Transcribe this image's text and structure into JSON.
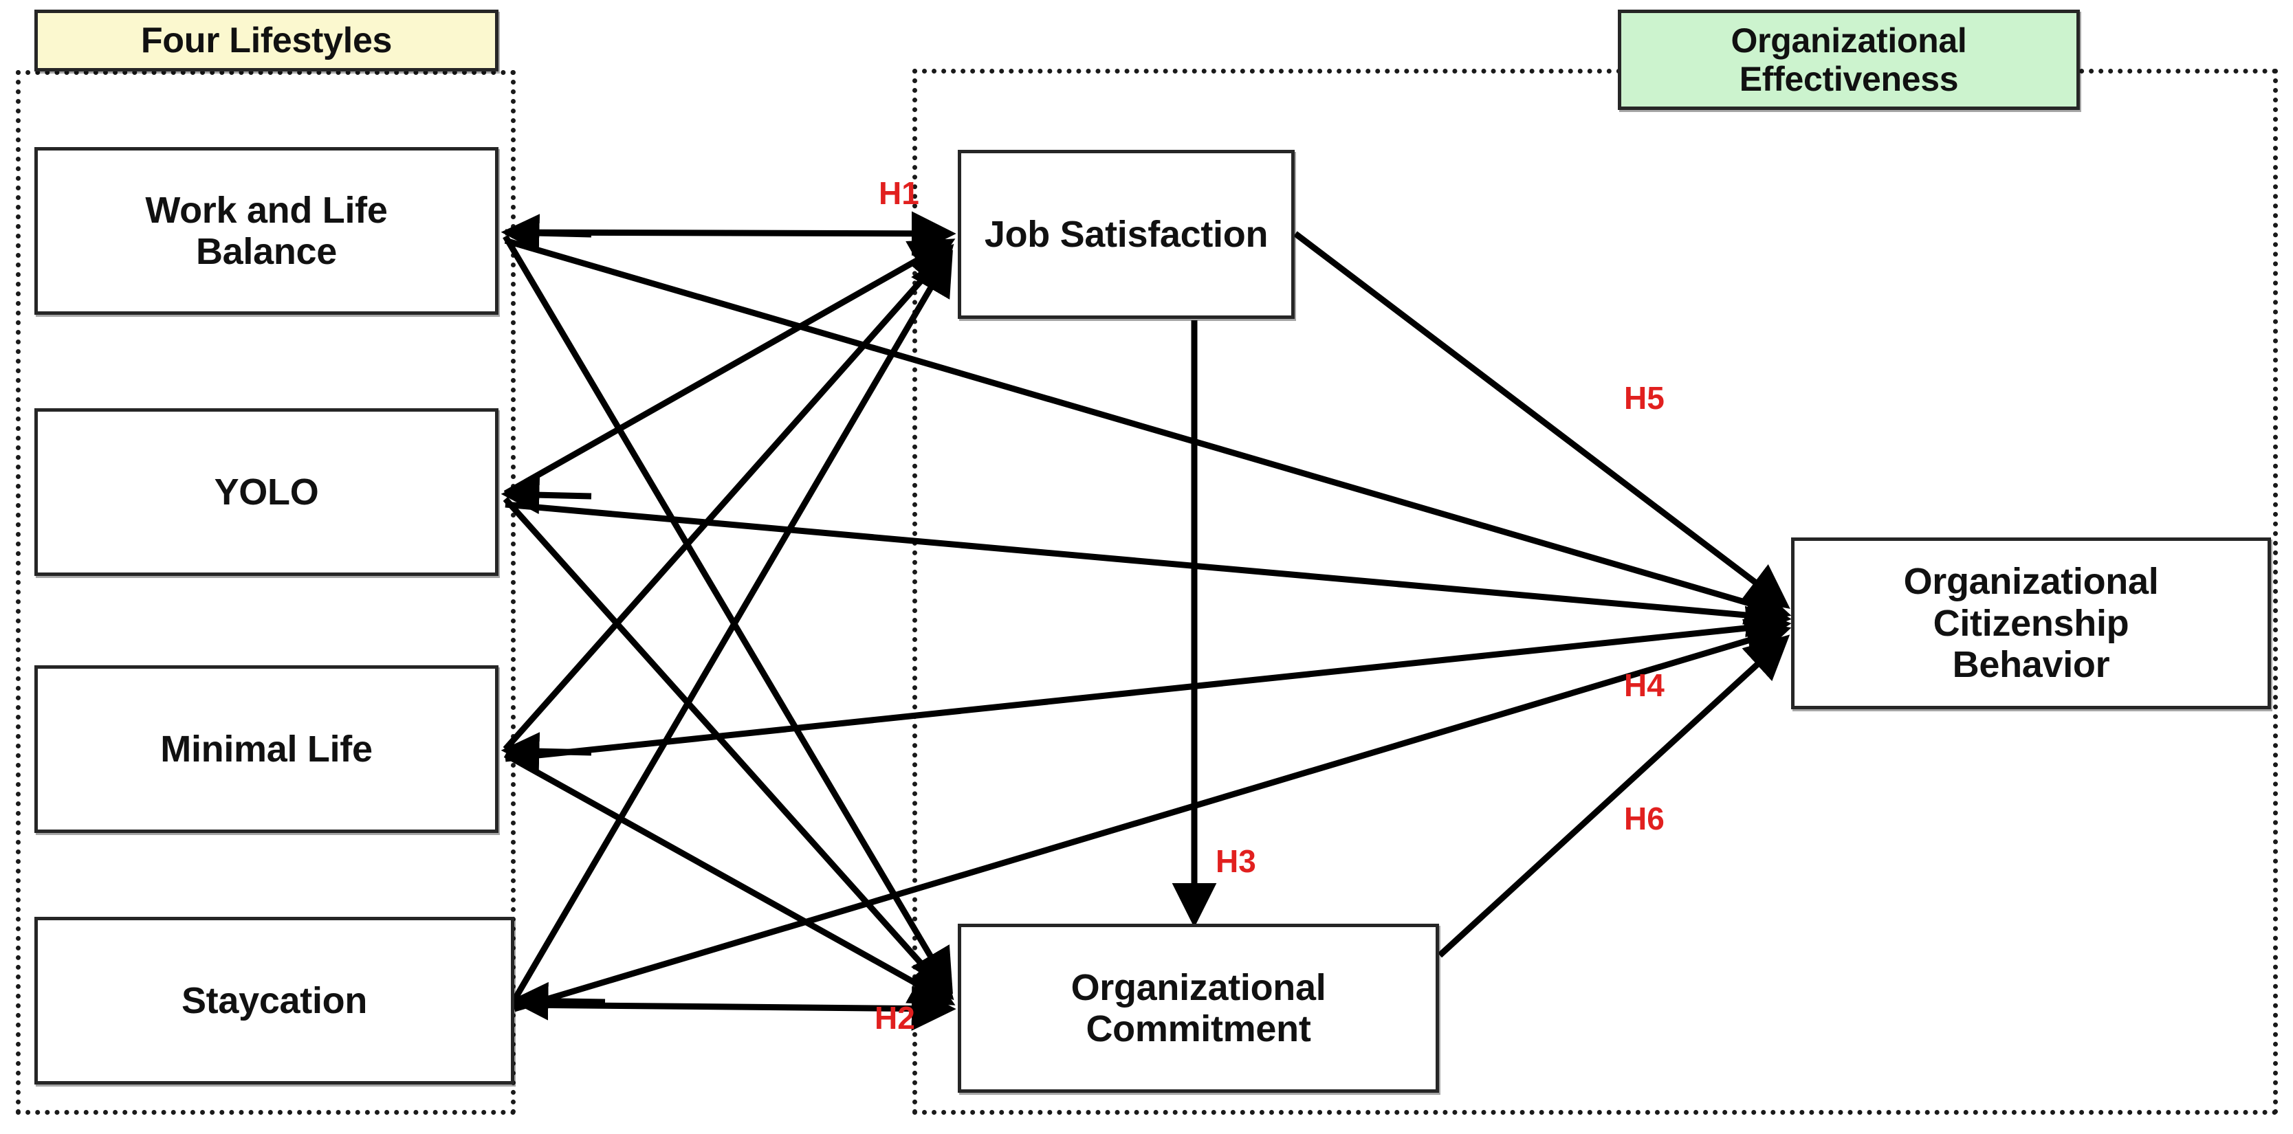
{
  "diagram": {
    "title": "Research Model",
    "type": "conceptual-path-model",
    "colors": {
      "hypothesis_red": "#e1201f",
      "left_group_title_fill": "#fbf8cf",
      "right_group_title_fill": "#ccf3ce",
      "box_border": "#262626",
      "box_fill": "#ffffff",
      "frame_border": "#1a1a1a"
    }
  },
  "groups": {
    "left": {
      "title": "Four Lifestyles",
      "frame_style": "dotted"
    },
    "right": {
      "title": "Organizational\nEffectiveness",
      "frame_style": "dotted"
    }
  },
  "nodes": {
    "work_life_balance": {
      "label": "Work and Life\nBalance"
    },
    "yolo": {
      "label": "YOLO"
    },
    "minimal_life": {
      "label": "Minimal Life"
    },
    "staycation": {
      "label": "Staycation"
    },
    "job_satisfaction": {
      "label": "Job Satisfaction"
    },
    "organizational_commitment": {
      "label": "Organizational\nCommitment"
    },
    "organizational_citizenship_behavior": {
      "label": "Organizational\nCitizenship\nBehavior"
    }
  },
  "hypotheses": [
    {
      "id": "H1",
      "label": "H1",
      "from": "Four Lifestyles",
      "to": "Job Satisfaction"
    },
    {
      "id": "H2",
      "label": "H2",
      "from": "Four Lifestyles",
      "to": "Organizational Commitment"
    },
    {
      "id": "H3",
      "label": "H3",
      "from": "Job Satisfaction",
      "to": "Organizational Commitment"
    },
    {
      "id": "H4",
      "label": "H4",
      "from": "Four Lifestyles",
      "to": "Organizational Citizenship Behavior"
    },
    {
      "id": "H5",
      "label": "H5",
      "from": "Job Satisfaction",
      "to": "Organizational Citizenship Behavior"
    },
    {
      "id": "H6",
      "label": "H6",
      "from": "Organizational Commitment",
      "to": "Organizational Citizenship Behavior"
    }
  ]
}
